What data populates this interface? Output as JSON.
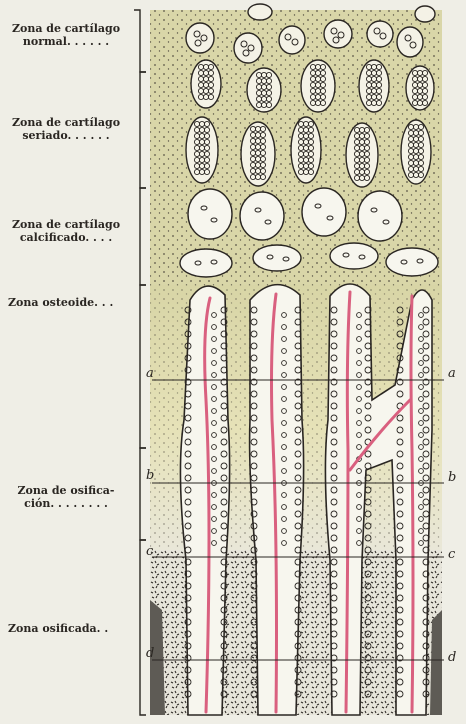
{
  "figure": {
    "zones": [
      {
        "id": "normal",
        "label": [
          "Zona de cartílago",
          "normal. . . . . ."
        ]
      },
      {
        "id": "seriado",
        "label": [
          "Zona de cartílago",
          "seriado. . . . . ."
        ]
      },
      {
        "id": "calcificado",
        "label": [
          "Zona de cartílago",
          "calcificado. . . ."
        ]
      },
      {
        "id": "osteoide",
        "label": [
          "Zona osteoide. . ."
        ]
      },
      {
        "id": "osificacion",
        "label": [
          "Zona  de  osifica-",
          "ción. . . . . . . ."
        ]
      },
      {
        "id": "osificada",
        "label": [
          "Zona osificada. ."
        ]
      }
    ],
    "reference_lines": [
      {
        "letter_left": "a",
        "letter_right": "a"
      },
      {
        "letter_left": "b",
        "letter_right": "b"
      },
      {
        "letter_left": "c",
        "letter_right": "c"
      },
      {
        "letter_left": "d",
        "letter_right": "d"
      }
    ],
    "colors": {
      "cartilage_matrix": "#d9d6a8",
      "vessel": "#d9607f",
      "ink": "#2a2622",
      "bone": "#b9b7ad",
      "paper": "#efeee6"
    }
  }
}
